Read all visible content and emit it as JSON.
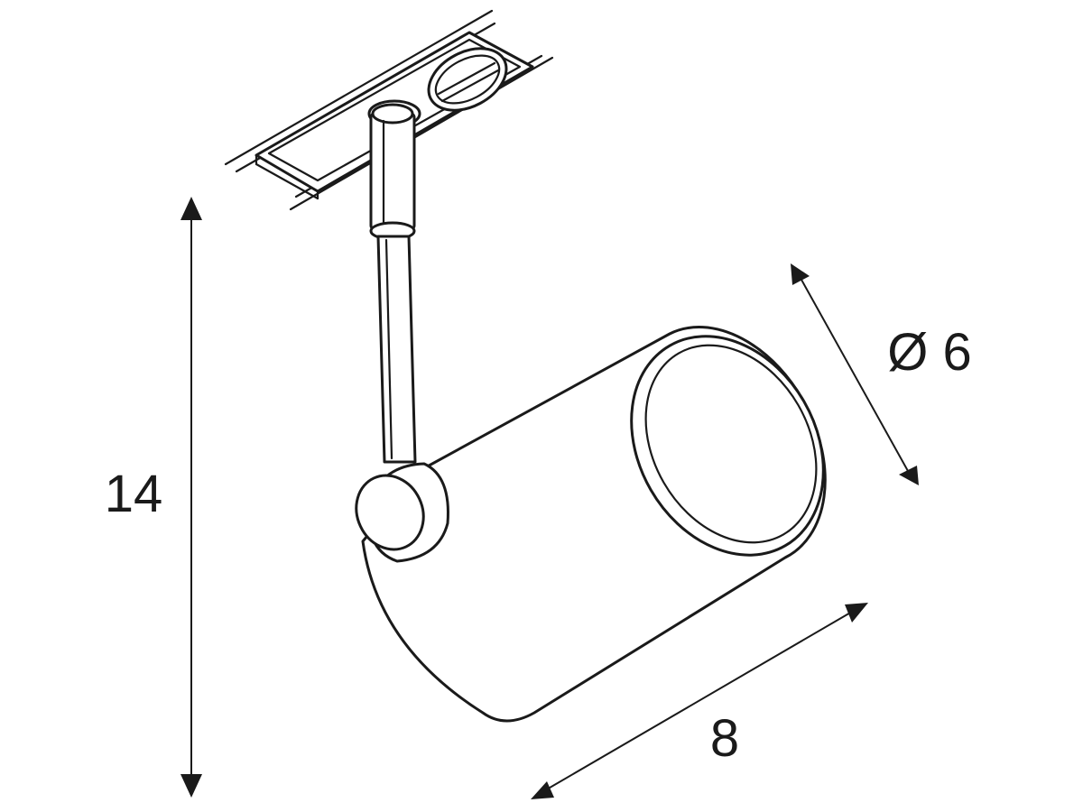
{
  "dimensions": {
    "height": {
      "label": "14",
      "value": 14
    },
    "diameter": {
      "label": "Ø 6",
      "value": 6
    },
    "length": {
      "label": "8",
      "value": 8
    }
  },
  "colors": {
    "line": "#1a1a1a",
    "background": "#ffffff"
  }
}
